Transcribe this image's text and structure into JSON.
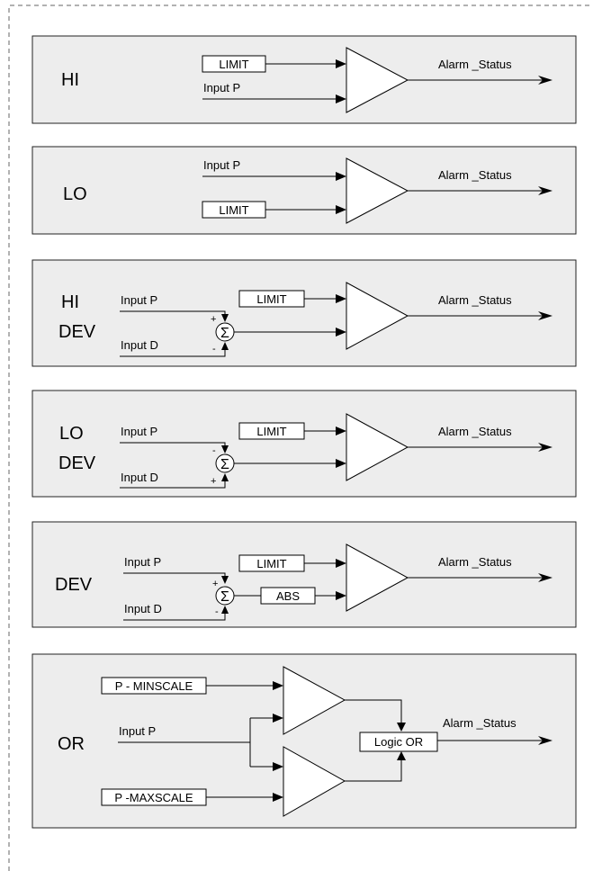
{
  "labels": {
    "input_p": "Input P",
    "input_d": "Input D",
    "limit": "LIMIT",
    "abs": "ABS",
    "alarm_status": "Alarm _Status",
    "sigma": "Σ",
    "plus": "+",
    "minus": "-",
    "min_scale": "P - MINSCALE",
    "max_scale": "P -MAXSCALE",
    "logic_or": "Logic OR"
  },
  "panels": {
    "hi": {
      "name": "HI"
    },
    "lo": {
      "name": "LO"
    },
    "hi_dev": {
      "name_line1": "HI",
      "name_line2": "DEV"
    },
    "lo_dev": {
      "name_line1": "LO",
      "name_line2": "DEV"
    },
    "dev": {
      "name": "DEV"
    },
    "or": {
      "name": "OR"
    }
  }
}
